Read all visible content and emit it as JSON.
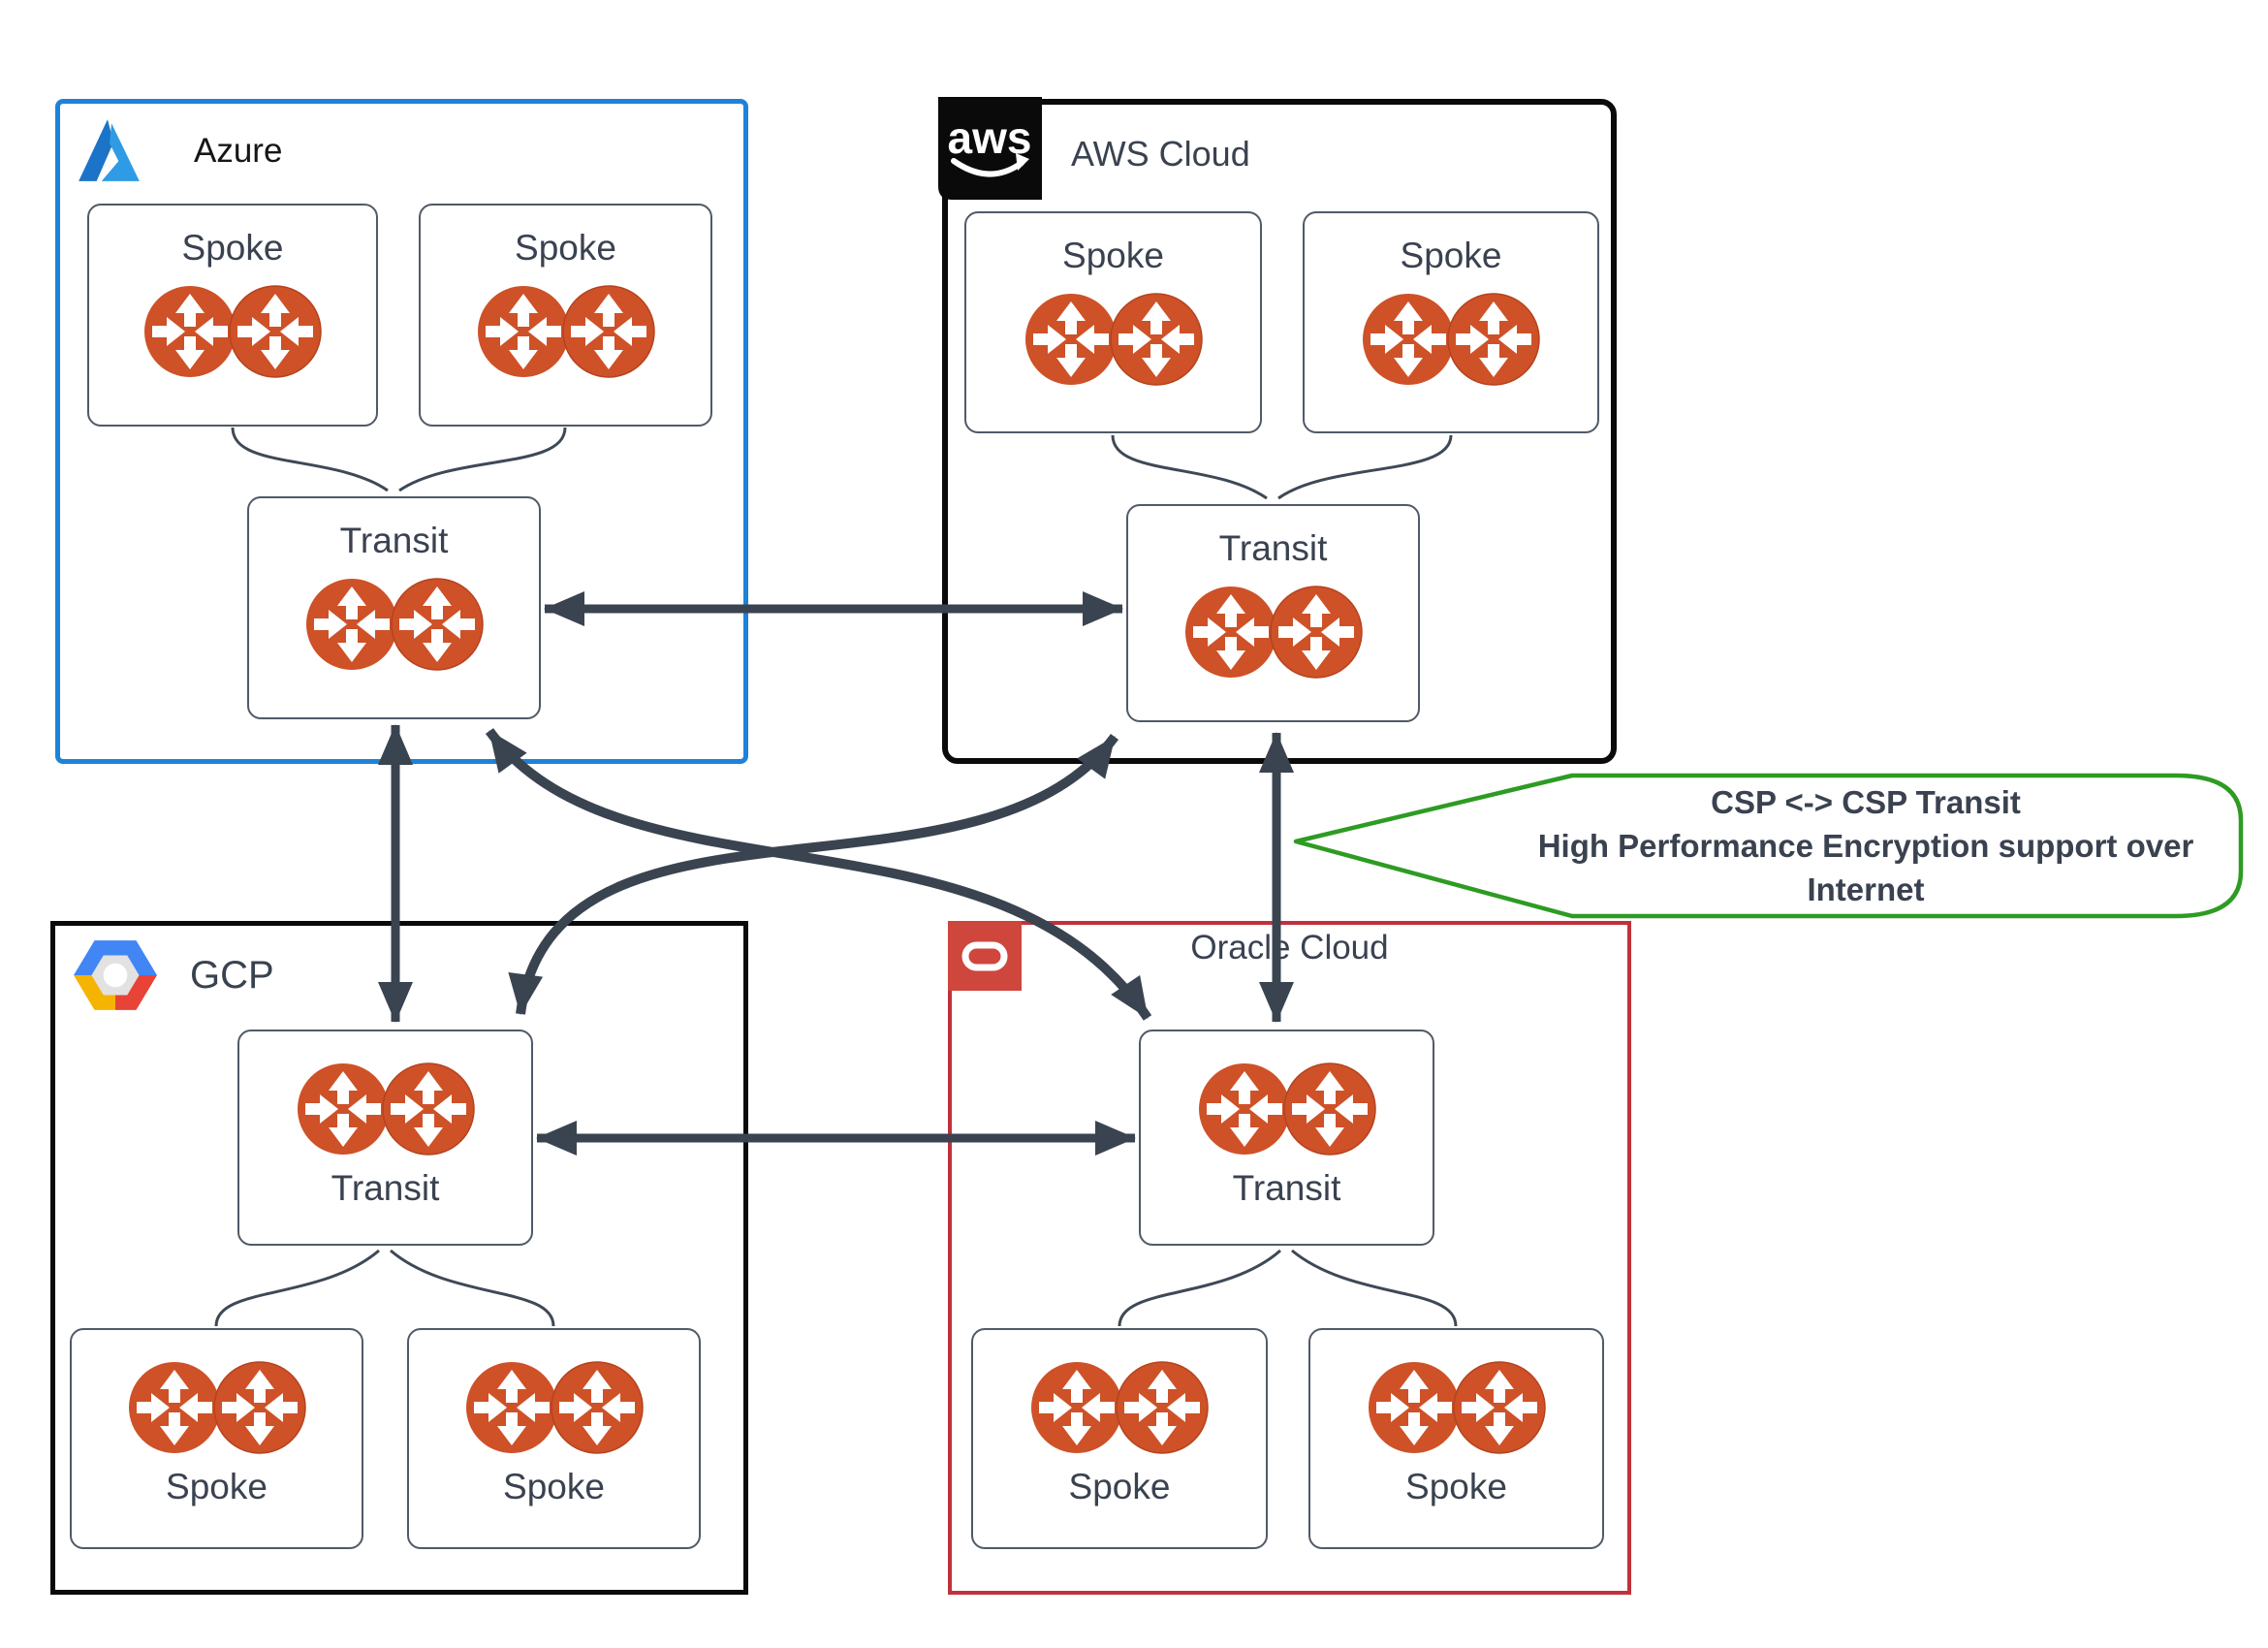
{
  "clouds": [
    {
      "key": "azure",
      "title": "Azure",
      "transit_label": "Transit",
      "spoke_labels": [
        "Spoke",
        "Spoke"
      ]
    },
    {
      "key": "aws",
      "title": "AWS Cloud",
      "transit_label": "Transit",
      "spoke_labels": [
        "Spoke",
        "Spoke"
      ]
    },
    {
      "key": "gcp",
      "title": "GCP",
      "transit_label": "Transit",
      "spoke_labels": [
        "Spoke",
        "Spoke"
      ]
    },
    {
      "key": "oracle",
      "title": "Oracle Cloud",
      "transit_label": "Transit",
      "spoke_labels": [
        "Spoke",
        "Spoke"
      ]
    }
  ],
  "aws_logo": {
    "text": "aws"
  },
  "callout": {
    "line1": "CSP <-> CSP Transit",
    "line2": "High Performance Encryption support over Internet"
  },
  "icons": {
    "router": "router-icon",
    "azure": "azure-logo-icon",
    "aws": "aws-logo-icon",
    "gcp": "gcp-logo-icon",
    "oracle": "oracle-logo-icon"
  },
  "connections": [
    {
      "from": "azure-transit",
      "to": "aws-transit",
      "type": "bidirectional-arrow"
    },
    {
      "from": "azure-transit",
      "to": "gcp-transit",
      "type": "bidirectional-arrow"
    },
    {
      "from": "aws-transit",
      "to": "oracle-transit",
      "type": "bidirectional-arrow"
    },
    {
      "from": "gcp-transit",
      "to": "oracle-transit",
      "type": "bidirectional-arrow"
    },
    {
      "from": "azure-transit",
      "to": "oracle-transit",
      "type": "bidirectional-curved-arrow"
    },
    {
      "from": "aws-transit",
      "to": "gcp-transit",
      "type": "bidirectional-curved-arrow"
    },
    {
      "from": "azure-spokes",
      "to": "azure-transit",
      "type": "link"
    },
    {
      "from": "aws-spokes",
      "to": "aws-transit",
      "type": "link"
    },
    {
      "from": "gcp-transit",
      "to": "gcp-spokes",
      "type": "link"
    },
    {
      "from": "oracle-transit",
      "to": "oracle-spokes",
      "type": "link"
    }
  ],
  "colors": {
    "azure_border": "#1E82D9",
    "aws_border": "#0A0A0A",
    "gcp_border": "#0A0A0A",
    "oracle_border": "#C0313C",
    "callout_border": "#2E9B23",
    "arrow": "#3A4450",
    "router_orange": "#CE5127",
    "text": "#3A4250"
  }
}
